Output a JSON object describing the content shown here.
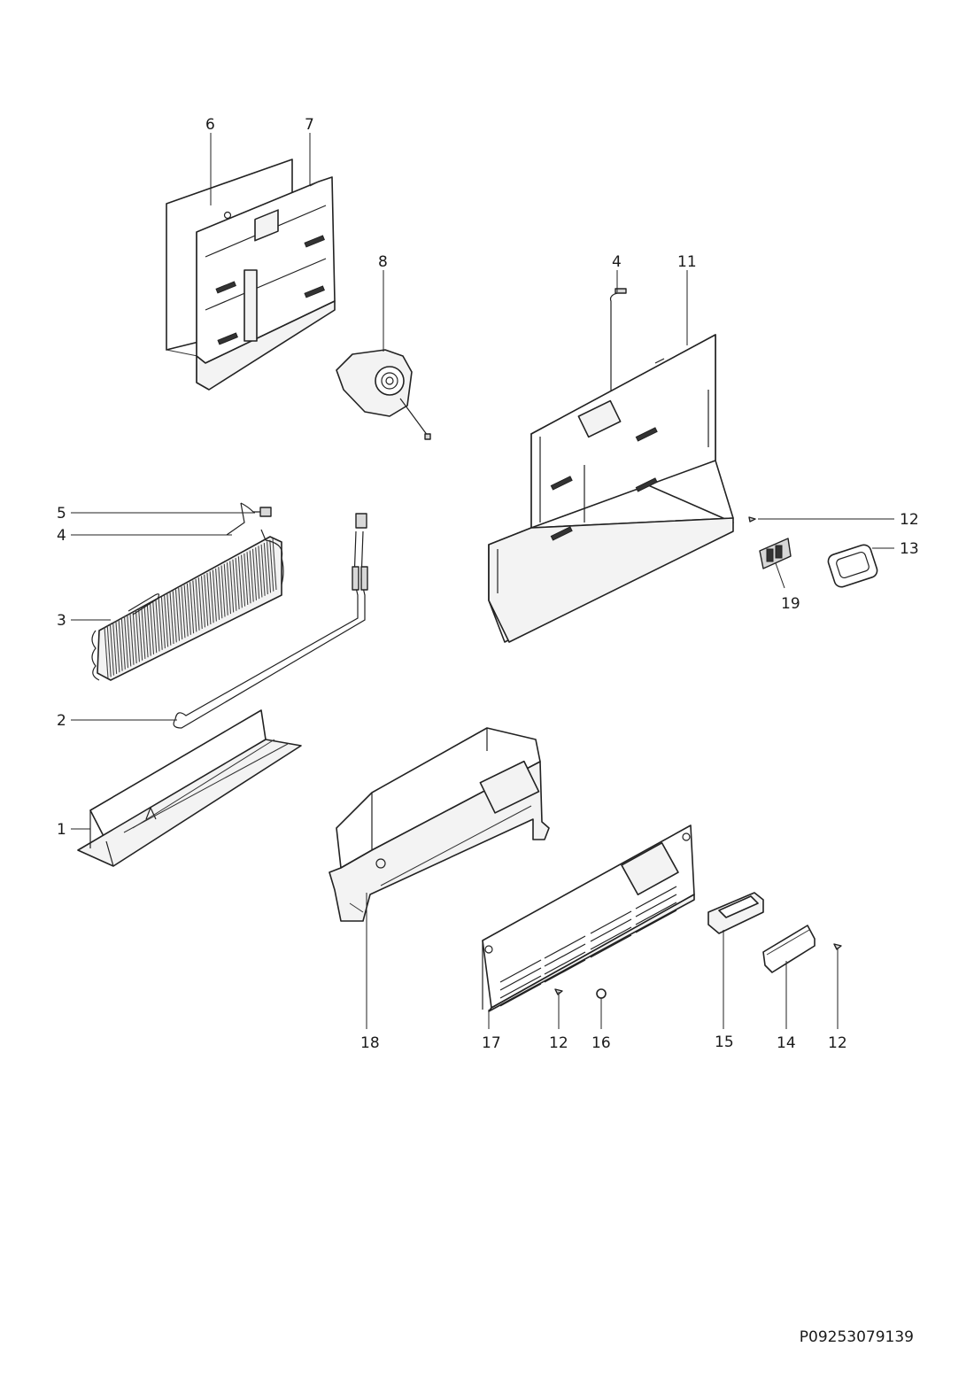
{
  "labels": {
    "l1": "1",
    "l2": "2",
    "l3": "3",
    "l4a": "4",
    "l5": "5",
    "l6": "6",
    "l7": "7",
    "l8": "8",
    "l4b": "4",
    "l11": "11",
    "l12a": "12",
    "l13": "13",
    "l19": "19",
    "l18": "18",
    "l17": "17",
    "l12b": "12",
    "l16": "16",
    "l15": "15",
    "l14": "14",
    "l12c": "12"
  },
  "document_code": "P09253079139"
}
